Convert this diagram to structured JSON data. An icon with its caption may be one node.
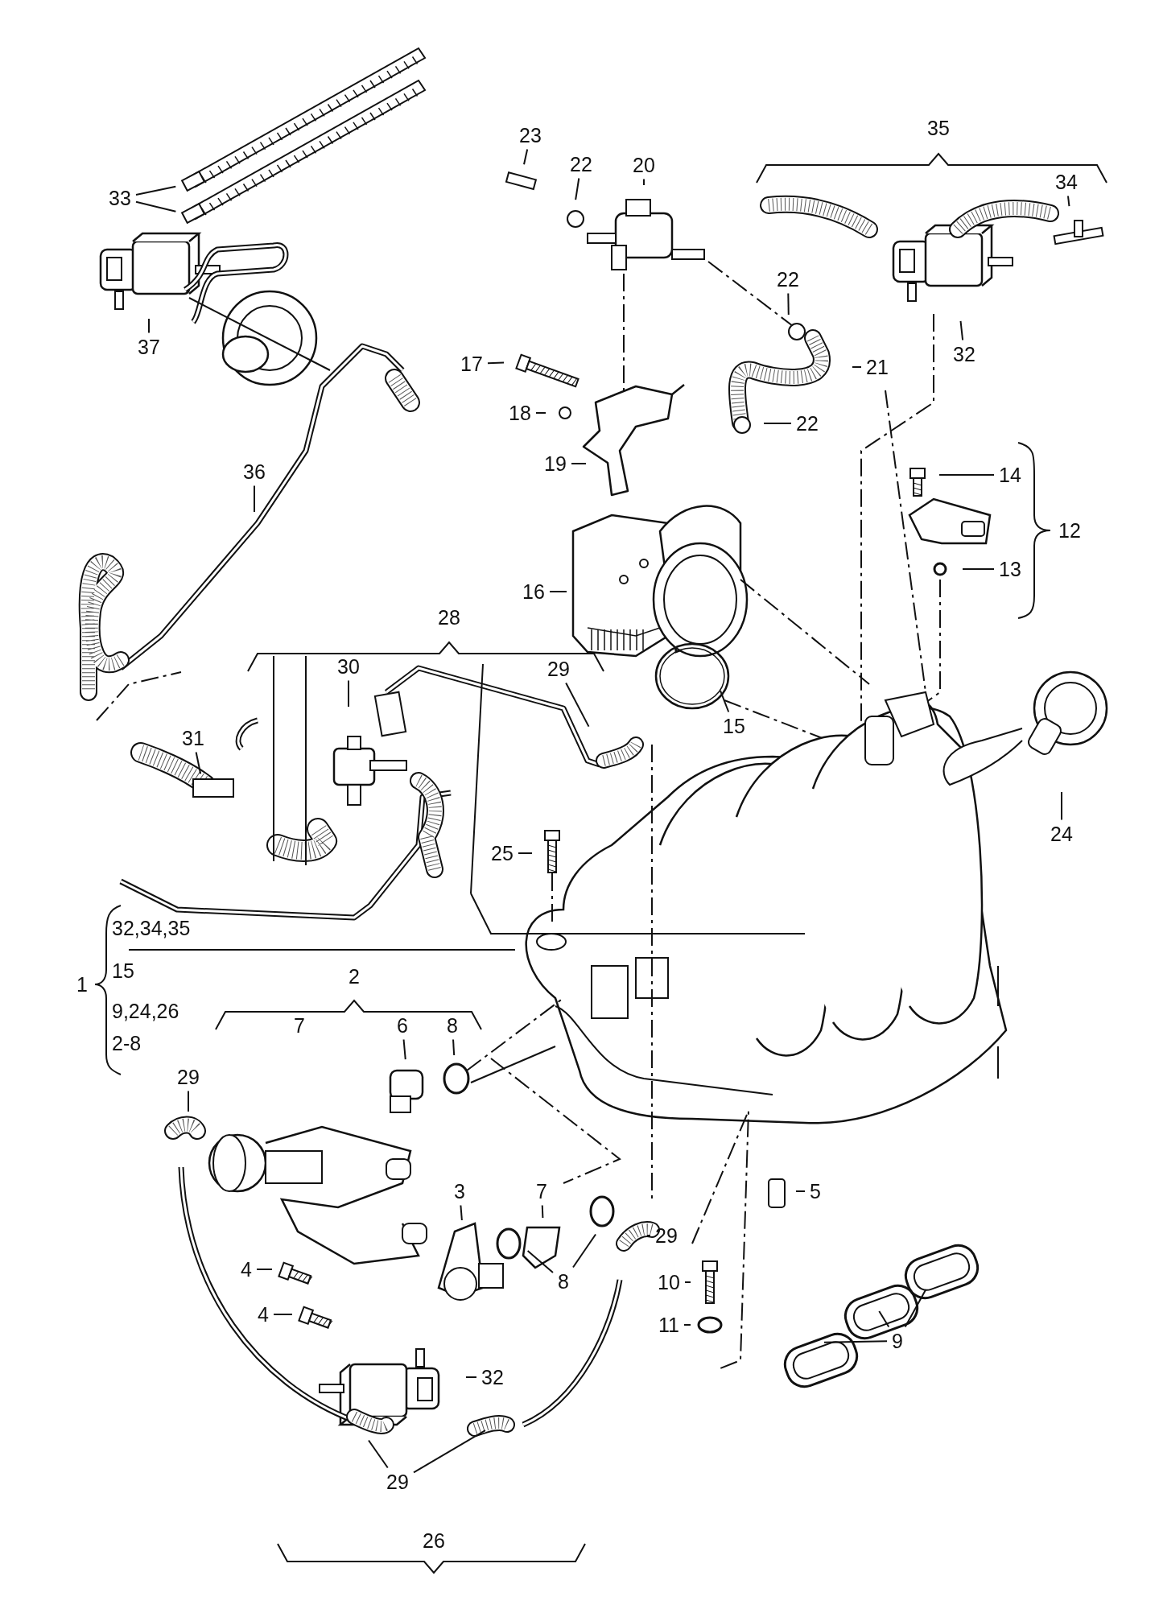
{
  "diagram": {
    "nodes": [
      {
        "text": [
          "33"
        ]
      },
      {
        "text": [
          "23"
        ]
      },
      {
        "text": [
          "22"
        ]
      },
      {
        "text": [
          "20"
        ]
      },
      {
        "text": [
          "34"
        ]
      },
      {
        "text": [
          "37"
        ]
      },
      {
        "text": [
          "22"
        ]
      },
      {
        "text": [
          "32"
        ]
      },
      {
        "text": [
          "17"
        ]
      },
      {
        "text": [
          "21"
        ]
      },
      {
        "text": [
          "18"
        ]
      },
      {
        "text": [
          "22"
        ]
      },
      {
        "text": [
          "19"
        ]
      },
      {
        "text": [
          "14"
        ]
      },
      {
        "text": [
          "36"
        ]
      },
      {
        "text": [
          "16"
        ]
      },
      {
        "text": [
          "13"
        ]
      },
      {
        "text": [
          "30"
        ]
      },
      {
        "text": [
          "29"
        ]
      },
      {
        "text": [
          "31"
        ]
      },
      {
        "text": [
          "15"
        ]
      },
      {
        "text": [
          "24"
        ]
      },
      {
        "text": [
          "25"
        ]
      },
      {
        "text": [
          "6"
        ]
      },
      {
        "text": [
          "8"
        ]
      },
      {
        "text": [
          "29"
        ]
      },
      {
        "text": [
          "5"
        ]
      },
      {
        "text": [
          "3"
        ]
      },
      {
        "text": [
          "7"
        ]
      },
      {
        "text": [
          "29"
        ]
      },
      {
        "text": [
          "4"
        ]
      },
      {
        "text": [
          "8"
        ]
      },
      {
        "text": [
          "10"
        ]
      },
      {
        "text": [
          "4"
        ]
      },
      {
        "text": [
          "11"
        ]
      },
      {
        "text": [
          "9"
        ]
      },
      {
        "text": [
          "32"
        ]
      },
      {
        "text": [
          "29"
        ]
      }
    ],
    "edges": [
      {
        "from": 0,
        "to": null,
        "arrow": "none"
      },
      {
        "from": 0,
        "to": null,
        "arrow": "none"
      },
      {
        "from": 1,
        "to": null,
        "arrow": "none"
      },
      {
        "from": 2,
        "to": null,
        "arrow": "none"
      },
      {
        "from": 3,
        "to": null,
        "arrow": "none"
      },
      {
        "from": 4,
        "to": null,
        "arrow": "none"
      },
      {
        "from": 5,
        "to": null,
        "arrow": "none"
      },
      {
        "from": 6,
        "to": null,
        "arrow": "none"
      },
      {
        "from": 7,
        "to": null,
        "arrow": "none"
      },
      {
        "from": 8,
        "to": null,
        "arrow": "none"
      },
      {
        "from": 9,
        "to": null,
        "arrow": "none"
      },
      {
        "from": 10,
        "to": null,
        "arrow": "none"
      },
      {
        "from": 11,
        "to": null,
        "arrow": "none"
      },
      {
        "from": 12,
        "to": null,
        "arrow": "none"
      },
      {
        "from": 13,
        "to": null,
        "arrow": "none"
      },
      {
        "from": 14,
        "to": null,
        "arrow": "none"
      },
      {
        "from": 15,
        "to": null,
        "arrow": "none"
      },
      {
        "from": 16,
        "to": null,
        "arrow": "none"
      },
      {
        "from": 17,
        "to": null,
        "arrow": "none"
      },
      {
        "from": 18,
        "to": null,
        "arrow": "none"
      },
      {
        "from": 19,
        "to": null,
        "arrow": "none"
      },
      {
        "from": 20,
        "to": null,
        "arrow": "none"
      },
      {
        "from": 21,
        "to": null,
        "arrow": "none"
      },
      {
        "from": 22,
        "to": null,
        "arrow": "none"
      },
      {
        "from": 23,
        "to": null,
        "arrow": "none"
      },
      {
        "from": 24,
        "to": null,
        "arrow": "none"
      },
      {
        "from": 25,
        "to": null,
        "arrow": "none"
      },
      {
        "from": 26,
        "to": null,
        "arrow": "none"
      },
      {
        "from": 27,
        "to": null,
        "arrow": "none"
      },
      {
        "from": 28,
        "to": null,
        "arrow": "none"
      },
      {
        "from": 29,
        "to": null,
        "arrow": "none"
      },
      {
        "from": 30,
        "to": null,
        "arrow": "none"
      },
      {
        "from": 31,
        "to": null,
        "arrow": "none"
      },
      {
        "from": 31,
        "to": null,
        "arrow": "none"
      },
      {
        "from": 32,
        "to": null,
        "arrow": "none"
      },
      {
        "from": 33,
        "to": null,
        "arrow": "none"
      },
      {
        "from": 34,
        "to": null,
        "arrow": "none"
      },
      {
        "from": 35,
        "to": null,
        "arrow": "none"
      },
      {
        "from": 35,
        "to": null,
        "arrow": "none"
      },
      {
        "from": 35,
        "to": null,
        "arrow": "none"
      },
      {
        "from": 36,
        "to": null,
        "arrow": "none"
      },
      {
        "from": 37,
        "to": null,
        "arrow": "none"
      },
      {
        "from": 37,
        "to": null,
        "arrow": "none"
      }
    ],
    "labels": [
      "35",
      "12",
      "28",
      "32,34,35",
      "1",
      "15",
      "2",
      "9,24,26",
      "7",
      "2-8",
      "26"
    ]
  }
}
